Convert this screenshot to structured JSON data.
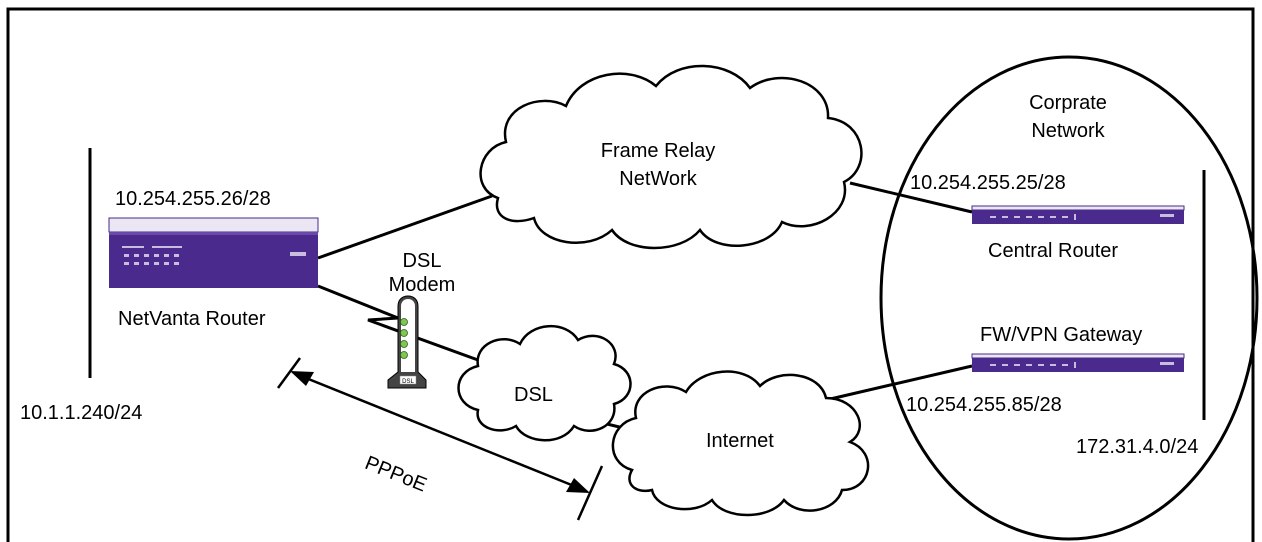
{
  "labels": {
    "netvanta_ip": "10.254.255.26/28",
    "netvanta_router": "NetVanta Router",
    "lan_subnet": "10.1.1.240/24",
    "dsl_modem_line1": "DSL",
    "dsl_modem_line2": "Modem",
    "frame_relay_line1": "Frame Relay",
    "frame_relay_line2": "NetWork",
    "dsl_cloud": "DSL",
    "internet_cloud": "Internet",
    "pppoe": "PPPoE",
    "corporate_line1": "Corprate",
    "corporate_line2": "Network",
    "central_ip": "10.254.255.25/28",
    "central_router": "Central Router",
    "fw_gateway": "FW/VPN Gateway",
    "fw_ip": "10.254.255.85/28",
    "corp_subnet": "172.31.4.0/24"
  },
  "device_text": {
    "modem_badge": "DSL"
  },
  "colors": {
    "router_purple": "#4a2a8c",
    "router_top": "#ebe7f2",
    "modem_led": "#7ec850",
    "line": "#000000"
  }
}
